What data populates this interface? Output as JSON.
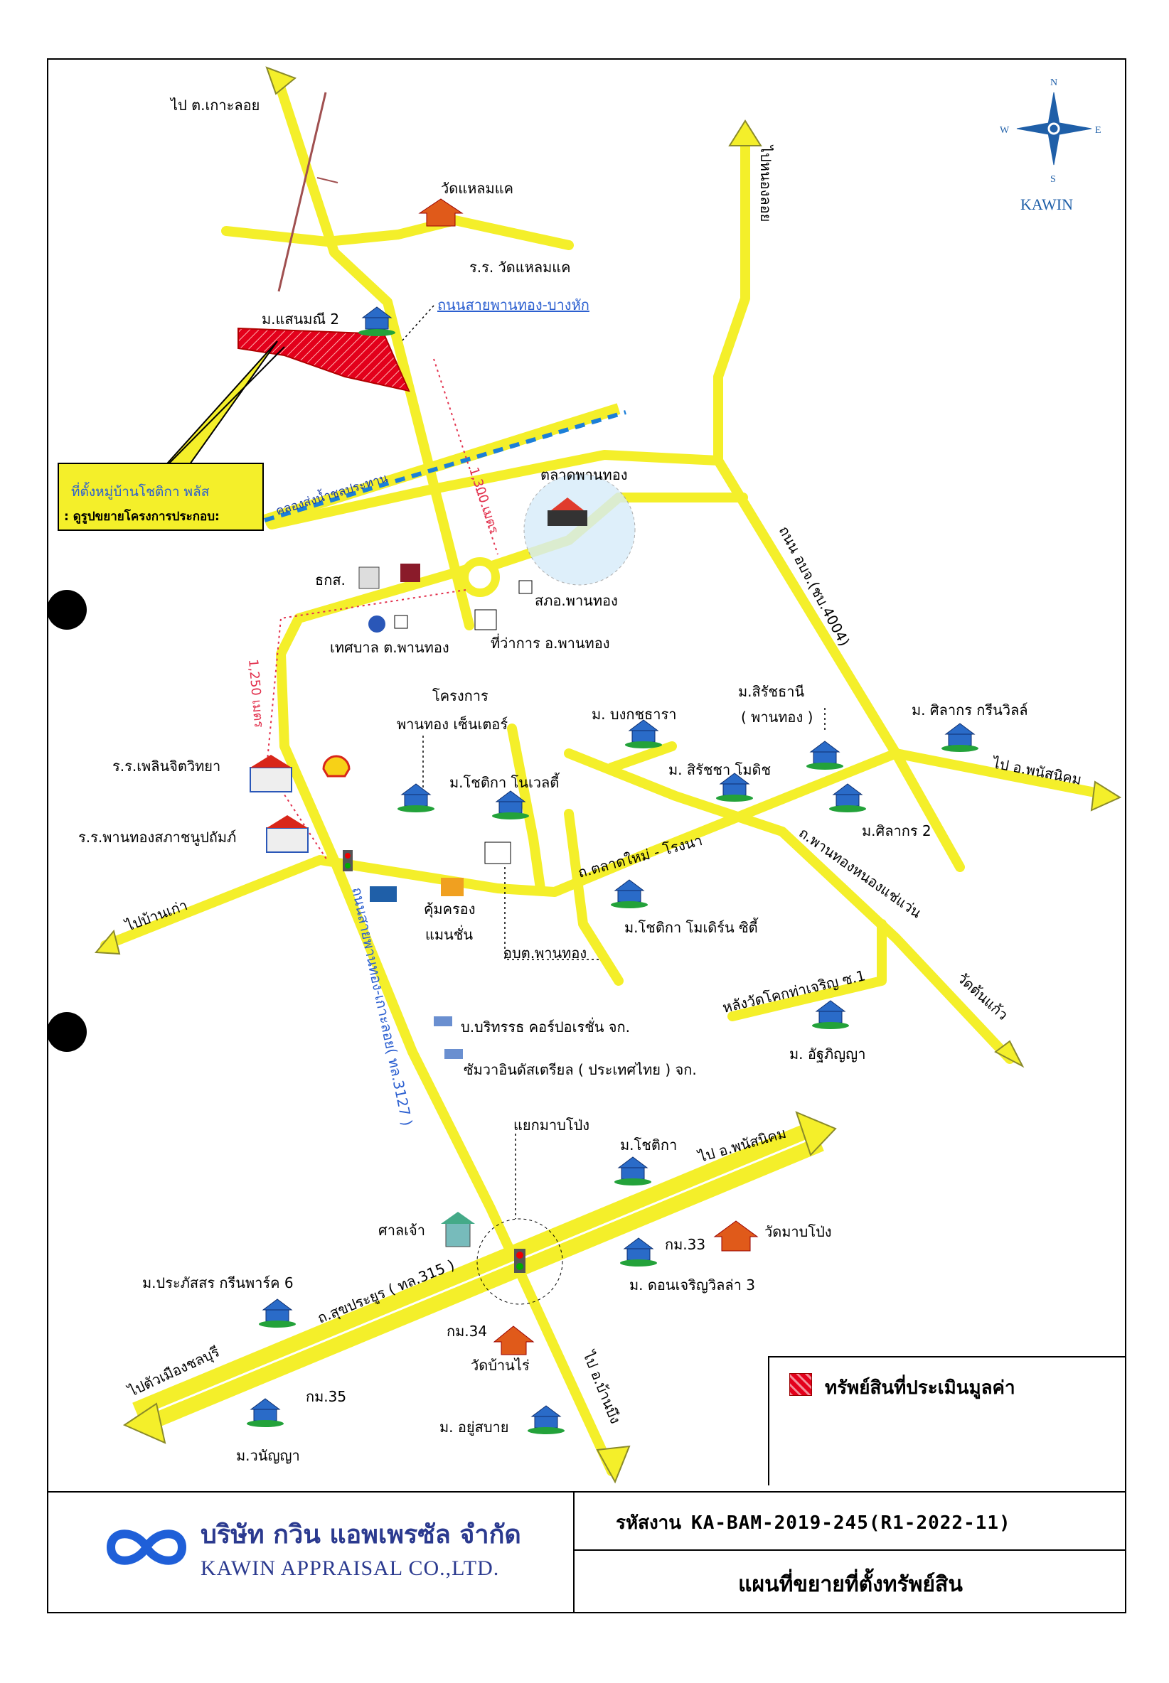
{
  "company": {
    "name_th": "บริษัท กวิน แอพเพรซัล จำกัด",
    "name_en": "KAWIN APPRAISAL CO.,LTD.",
    "logo_text": "KAWIN"
  },
  "job": {
    "label": "รหัสงาน",
    "code": "KA-BAM-2019-245(R1-2022-11)"
  },
  "doc_title": "แผนที่ขยายที่ตั้งทรัพย์สิน",
  "legend": {
    "label": "ทรัพย์สินที่ประเมินมูลค่า",
    "color": "#e3001b"
  },
  "compass": {
    "n": "N",
    "s": "S",
    "e": "E",
    "w": "W",
    "brand": "KAWIN"
  },
  "callout": {
    "line1": "ที่ตั้งหมู่บ้านโชติกา พลัส",
    "line2": ": ดูรูปขยายโครงการประกอบ:"
  },
  "distances": {
    "d1": "1,300 เมตร",
    "d2": "1,250 เมตร"
  },
  "labels": {
    "to_koh_loy": "ไป ต.เกาะลอย",
    "wat_laem_kae": "วัดแหลมแค",
    "school_wat_laem_kae": "ร.ร. วัดแหลมแค",
    "moo_saenmanee": "ม.แสนมณี 2",
    "road_phanthong_banghak": "ถนนสายพานทอง-บางหัก",
    "to_lamlong": "ไปหนองลอย",
    "canal": "คลองส่งน้ำชลประทาน",
    "market": "ตลาดพานทอง",
    "baac": "ธกส.",
    "police": "สภอ.พานทอง",
    "municipality": "เทศบาล ต.พานทอง",
    "district_office": "ที่ว่าการ อ.พานทอง",
    "road_4004": "ถนน อบจ.(ชบ.4004)",
    "project_center_1": "โครงการ",
    "project_center_2": "พานทอง เซ็นเตอร์",
    "moo_sirat_thani_1": "ม.สิรัชธานี",
    "moo_sirat_thani_2": "( พานทอง )",
    "moo_bongkot": "ม. บงกชธารา",
    "moo_silakorn_green": "ม. ศิลากร กรีนวิลล์",
    "to_phanat": "ไป อ.พนัสนิคม",
    "school_ploen": "ร.ร.เพลินจิตวิทยา",
    "moo_chotika_novel": "ม.โชติกา โนเวลตี้",
    "moo_sirat_modish": "ม. สิรัชชา โมดิช",
    "moo_silakorn_2": "ม.ศิลากร 2",
    "school_phanthong": "ร.ร.พานทองสภาชนูปถัมภ์",
    "road_talad_mai": "ถ.ตลาดใหม่ - โรงนา",
    "road_phanthong_nongtamlueng": "ถ.พานทองหนองแช่แว่น",
    "to_ban_kao": "ไปบ้านเก่า",
    "khum_khrong_1": "คุ้มครอง",
    "khum_khrong_2": "แมนชั่น",
    "moo_chotika_modern": "ม.โชติกา โมเดิร์น ซิตี้",
    "obt": "อบต.พานทอง",
    "road_3127": "ถนนสายพานทอง-เกาะลอย( ทล.3127 )",
    "lang_wat": "หลังวัดโคกท่าเจริญ ซ.1",
    "wat_tonmakaew": "วัดต้นแก้ว",
    "company_1": "บ.บริทรรธ คอร์ปอเรชั่น จก.",
    "company_2": "ซัมวาอินดัสเตรียล ( ประเทศไทย ) จก.",
    "moo_atchariya": "ม. อัฐภิญญา",
    "junction_maboplong": "แยกมาบโป่ง",
    "moo_chotika": "ม.โชติกา",
    "to_phanat_2": "ไป อ.พนัสนิคม",
    "shrine": "ศาลเจ้า",
    "km33": "กม.33",
    "wat_maboplong": "วัดมาบโป่ง",
    "moo_prapatsorn": "ม.ประภัสสร กรีนพาร์ค 6",
    "road_315": "ถ.สุขประยูร ( ทล.315 )",
    "moo_don_charoen": "ม. ดอนเจริญวิลล่า 3",
    "km34": "กม.34",
    "wat_ban_rai": "วัดบ้านไร่",
    "to_chonburi": "ไปตัวเมืองชลบุรี",
    "km35": "กม.35",
    "to_ban_bueng": "ไป อ.บ้านบึง",
    "moo_yusabai": "ม. อยู่สบาย",
    "moo_wanyada": "ม.วนัญญา"
  }
}
